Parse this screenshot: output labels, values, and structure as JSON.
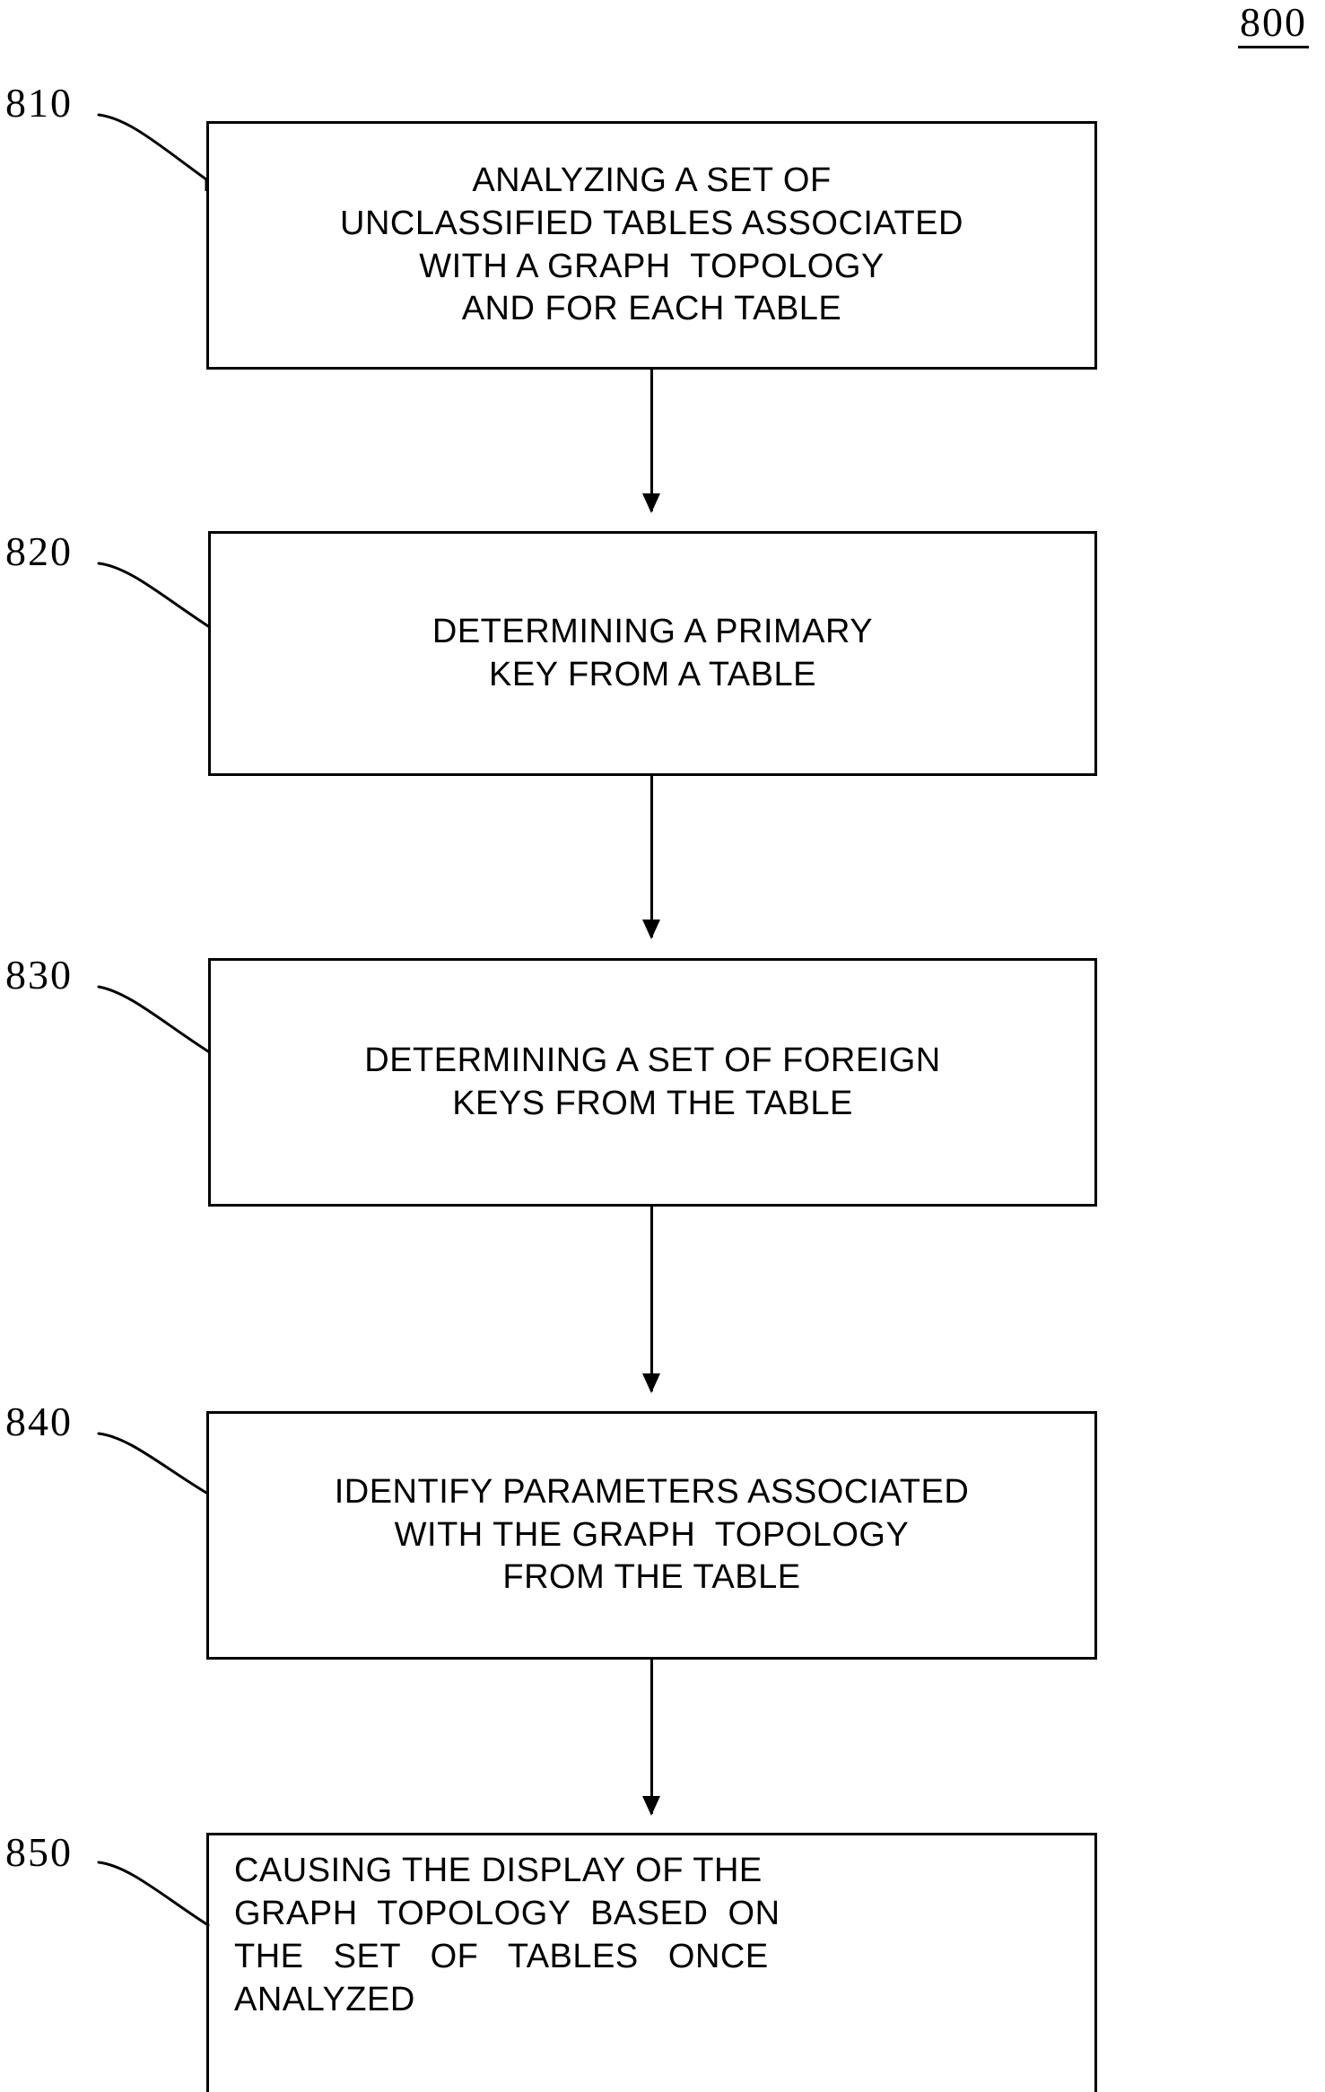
{
  "figure": {
    "number": "800",
    "type": "flowchart",
    "underlined": true
  },
  "colors": {
    "stroke": "#000000",
    "background": "#ffffff",
    "text": "#000000"
  },
  "steps": [
    {
      "ref": "810",
      "lines": [
        "ANALYZING A SET OF",
        "UNCLASSIFIED TABLES ASSOCIATED",
        "WITH A GRAPH  TOPOLOGY",
        "AND FOR EACH TABLE"
      ],
      "align": "center"
    },
    {
      "ref": "820",
      "lines": [
        "DETERMINING A PRIMARY",
        "KEY FROM A TABLE"
      ],
      "align": "center"
    },
    {
      "ref": "830",
      "lines": [
        "DETERMINING A SET OF FOREIGN",
        "KEYS FROM THE TABLE"
      ],
      "align": "center"
    },
    {
      "ref": "840",
      "lines": [
        "IDENTIFY PARAMETERS ASSOCIATED",
        "WITH THE GRAPH  TOPOLOGY",
        "FROM THE TABLE"
      ],
      "align": "center"
    },
    {
      "ref": "850",
      "lines": [
        "CAUSING THE DISPLAY OF THE",
        "GRAPH  TOPOLOGY  BASED  ON",
        "THE   SET   OF   TABLES   ONCE",
        "ANALYZED"
      ],
      "align": "justify"
    }
  ],
  "connectors": [
    {
      "from": "810",
      "to": "820",
      "style": "arrow-down"
    },
    {
      "from": "820",
      "to": "830",
      "style": "arrow-down"
    },
    {
      "from": "830",
      "to": "840",
      "style": "arrow-down"
    },
    {
      "from": "840",
      "to": "850",
      "style": "arrow-down"
    }
  ]
}
